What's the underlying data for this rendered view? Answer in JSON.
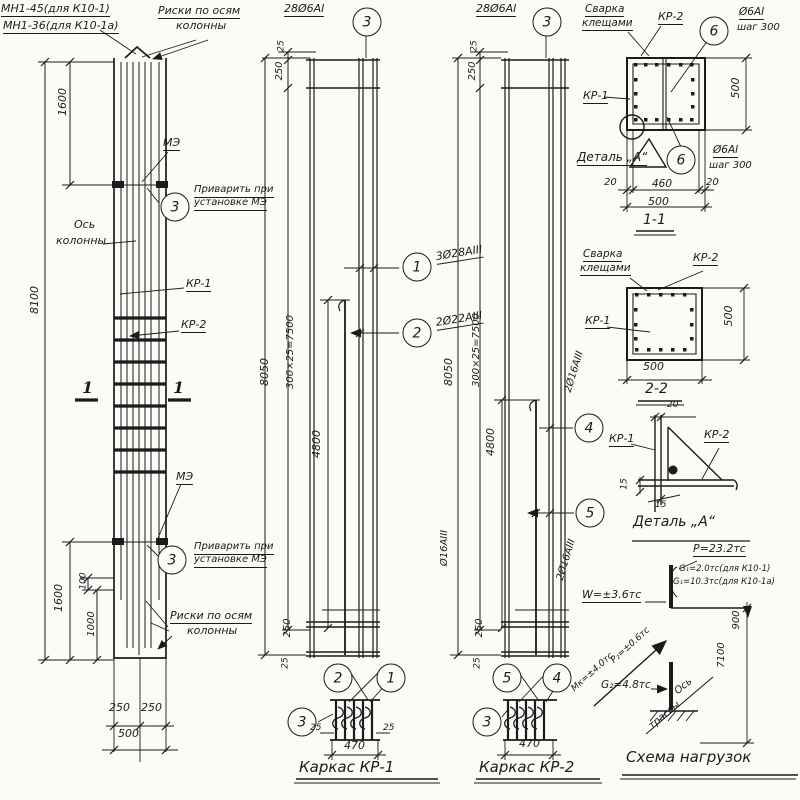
{
  "colors": {
    "ink": "#1b1b1b",
    "paper": "#fbfbf8"
  },
  "balloons": {
    "n1": "1",
    "n2": "2",
    "n3": "3",
    "n4": "4",
    "n5": "5",
    "n6": "6"
  },
  "notes": {
    "weld_l1": "Приварить при",
    "weld_l2": "установке МЭ",
    "riski_l1": "Риски по осям",
    "riski_l2": "колонны",
    "svarka_l1": "Сварка",
    "svarka_l2": "клещами",
    "me": "МЭ"
  },
  "marks": {
    "mn1": "МН1-45(для К10-1)",
    "mn2": "МН1-36(для К10-1а)",
    "kr1": "КР-1",
    "kr2": "КР-2",
    "os1": "Ось",
    "os2": "колонны",
    "stirrup1": "Ø6АI",
    "stirrup2": "шаг 300",
    "section1": "1",
    "detail_ref": "Деталь „А“"
  },
  "bars": {
    "top_mark": "28Ø6АI",
    "b1": "3Ø28АIII",
    "b2": "2Ø22АIII",
    "b45": "2Ø16АIII",
    "b5": "Ø16АIII"
  },
  "dims": {
    "d20": "20",
    "d25": "25",
    "d100": "100",
    "d250": "250",
    "d460": "460",
    "d470": "470",
    "d500": "500",
    "d900": "900",
    "d1000": "1000",
    "d1600": "1600",
    "d4800": "4800",
    "d7100": "7100",
    "d8050": "8050",
    "d8100": "8100",
    "d7500": "300×25=7500",
    "d15": "15"
  },
  "load_scheme": {
    "p": "Р=23.2тс",
    "g1a": "G₁=2.0тс(для К10-1)",
    "g1b": "G₁=10.3тс(для К10-1а)",
    "w": "W=±3.6тс",
    "r2": "Р₂=±0.6тс",
    "mk": "Мк=±4.0тс",
    "g2": "G₂=4.8тс",
    "axis1": "Ось",
    "axis2": "трассы"
  },
  "captions": {
    "kr1": "Каркас КР-1",
    "kr2": "Каркас КР-2",
    "s11": "1-1",
    "s22": "2-2",
    "detail": "Деталь „А“",
    "loads": "Схема нагрузок"
  }
}
